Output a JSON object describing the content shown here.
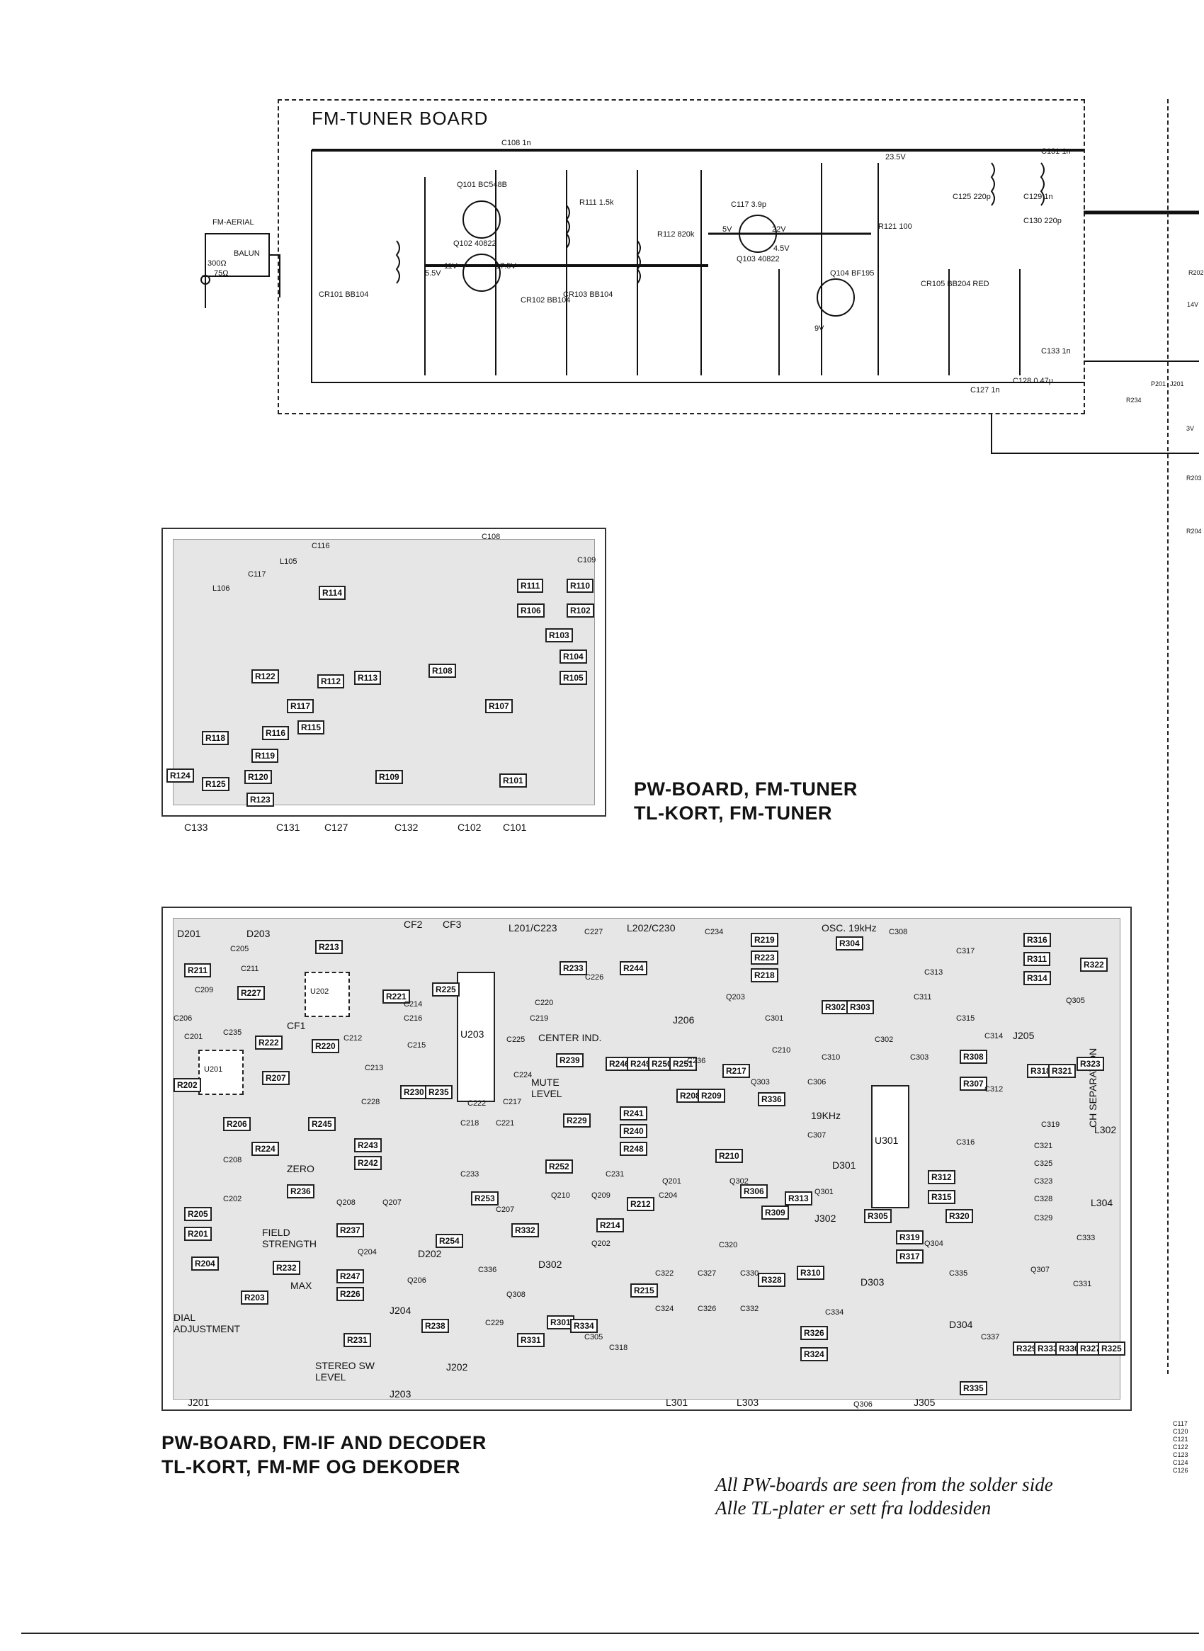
{
  "tuner_board": {
    "title": "FM-TUNER  BOARD",
    "aerial_label": "FM-AERIAL",
    "balun_label": "BALUN",
    "ohm300": "300Ω",
    "ohm75": "75Ω",
    "voltages": [
      "23.5V",
      "5.5V",
      "11V",
      "17.5V",
      "5V",
      "22V",
      "4.5V",
      "9V"
    ],
    "components": [
      {
        "ref": "C108",
        "val": "1n"
      },
      {
        "ref": "Q101",
        "val": "BC548B"
      },
      {
        "ref": "Q102",
        "val": "40822"
      },
      {
        "ref": "Q103",
        "val": "40822"
      },
      {
        "ref": "Q104",
        "val": "BF195"
      },
      {
        "ref": "C131",
        "val": "1n"
      },
      {
        "ref": "C117",
        "val": "3.9p"
      },
      {
        "ref": "R111",
        "val": "1.5k"
      },
      {
        "ref": "R112",
        "val": "820k"
      },
      {
        "ref": "R121",
        "val": "100"
      },
      {
        "ref": "C125",
        "val": "220p"
      },
      {
        "ref": "C129",
        "val": "1n"
      },
      {
        "ref": "C130",
        "val": "220p"
      },
      {
        "ref": "C128",
        "val": "0.47µ"
      },
      {
        "ref": "C127",
        "val": "1n"
      },
      {
        "ref": "C133",
        "val": "1n"
      },
      {
        "ref": "CR101",
        "val": "BB104"
      },
      {
        "ref": "CR102",
        "val": "BB104"
      },
      {
        "ref": "CR103",
        "val": "BB104"
      },
      {
        "ref": "CR105",
        "val": "BB204 RED"
      }
    ]
  },
  "tuner_pcb": {
    "caption_en": "PW-BOARD, FM-TUNER",
    "caption_no": "TL-KORT, FM-TUNER",
    "resistors": [
      "R111",
      "R110",
      "R106",
      "R102",
      "R103",
      "R104",
      "R105",
      "R113",
      "R108",
      "R112",
      "R122",
      "R117",
      "R116",
      "R115",
      "R119",
      "R120",
      "R123",
      "R124",
      "R125",
      "R107",
      "R109",
      "R101",
      "R114",
      "R118"
    ],
    "bottom_labels": [
      "C133",
      "C131",
      "C127",
      "C132",
      "C102",
      "C101"
    ],
    "top_labels": [
      "C116",
      "C108",
      "C109",
      "C117",
      "L106",
      "L105"
    ]
  },
  "if_pcb": {
    "caption_en": "PW-BOARD, FM-IF AND DECODER",
    "caption_no": "TL-KORT, FM-MF OG DEKODER",
    "labels": {
      "osc": "OSC. 19kHz",
      "center": "CENTER IND.",
      "mute": "MUTE LEVEL",
      "zero": "ZERO",
      "field": "FIELD STRENGTH",
      "max": "MAX",
      "dial": "DIAL ADJUSTMENT",
      "stereo": "STEREO SW LEVEL",
      "ch_sep": "CH SEPARATION",
      "khz": "19KHz"
    },
    "chips": [
      "U201",
      "U202",
      "U203",
      "U301"
    ],
    "resistors": [
      "R213",
      "R211",
      "R227",
      "R225",
      "R221",
      "R222",
      "R220",
      "R207",
      "R202",
      "R206",
      "R224",
      "R245",
      "R230",
      "R235",
      "R233",
      "R244",
      "R219",
      "R223",
      "R218",
      "R304",
      "R316",
      "R311",
      "R314",
      "R322",
      "R239",
      "R246",
      "R249",
      "R250",
      "R251",
      "R208",
      "R209",
      "R217",
      "R302",
      "R303",
      "R308",
      "R307",
      "R318",
      "R321",
      "R323",
      "R241",
      "R240",
      "R248",
      "R229",
      "R243",
      "R242",
      "R236",
      "R252",
      "R253",
      "R212",
      "R210",
      "R306",
      "R312",
      "R315",
      "R305",
      "R320",
      "R309",
      "R313",
      "R205",
      "R201",
      "R237",
      "R254",
      "R332",
      "R214",
      "R319",
      "R317",
      "R204",
      "R232",
      "R247",
      "R226",
      "R203",
      "R238",
      "R231",
      "R331",
      "R301",
      "R334",
      "R215",
      "R328",
      "R310",
      "R326",
      "R324",
      "R335",
      "R329",
      "R333",
      "R330",
      "R327",
      "R325",
      "R336"
    ],
    "transistors": [
      "Q203",
      "Q303",
      "Q201",
      "Q302",
      "Q208",
      "Q207",
      "Q210",
      "Q209",
      "Q301",
      "Q305",
      "Q204",
      "Q206",
      "Q202",
      "Q308",
      "Q304",
      "Q307",
      "Q306"
    ],
    "connectors": [
      "J201",
      "J202",
      "J203",
      "J204",
      "J205",
      "J206",
      "J302",
      "J305"
    ],
    "coils": [
      "L201/C223",
      "L202/C230",
      "L301",
      "L302",
      "L303",
      "L304"
    ],
    "filters": [
      "CF1",
      "CF2",
      "CF3"
    ],
    "diodes": [
      "D201",
      "D203",
      "D202",
      "D301",
      "D302",
      "D303",
      "D304"
    ],
    "capacitors": [
      "C227",
      "C234",
      "C308",
      "C205",
      "C211",
      "C209",
      "C206",
      "C201",
      "C235",
      "C212",
      "C214",
      "C216",
      "C215",
      "C213",
      "C228",
      "C222",
      "C218",
      "C221",
      "C217",
      "C220",
      "C219",
      "C226",
      "C225",
      "C224",
      "C236",
      "C210",
      "C301",
      "C313",
      "C317",
      "C311",
      "C315",
      "C314",
      "C312",
      "C310",
      "C302",
      "C303",
      "C306",
      "C307",
      "C316",
      "C319",
      "C321",
      "C325",
      "C323",
      "C328",
      "C329",
      "C333",
      "C331",
      "C208",
      "C202",
      "C233",
      "C231",
      "C204",
      "C320",
      "C322",
      "C327",
      "C330",
      "C324",
      "C326",
      "C332",
      "C335",
      "C334",
      "C337",
      "C229",
      "C305",
      "C318",
      "C336",
      "C207"
    ]
  },
  "footer_note": {
    "line1": "All PW-boards are seen from the solder side",
    "line2": "Alle TL-plater er sett fra loddesiden"
  },
  "right_edge_labels": [
    "R202",
    "14V",
    "P201",
    "J201",
    "R234",
    "3V",
    "R203",
    "R204",
    "C117",
    "C120",
    "C121",
    "C122",
    "C123",
    "C124",
    "C126"
  ]
}
